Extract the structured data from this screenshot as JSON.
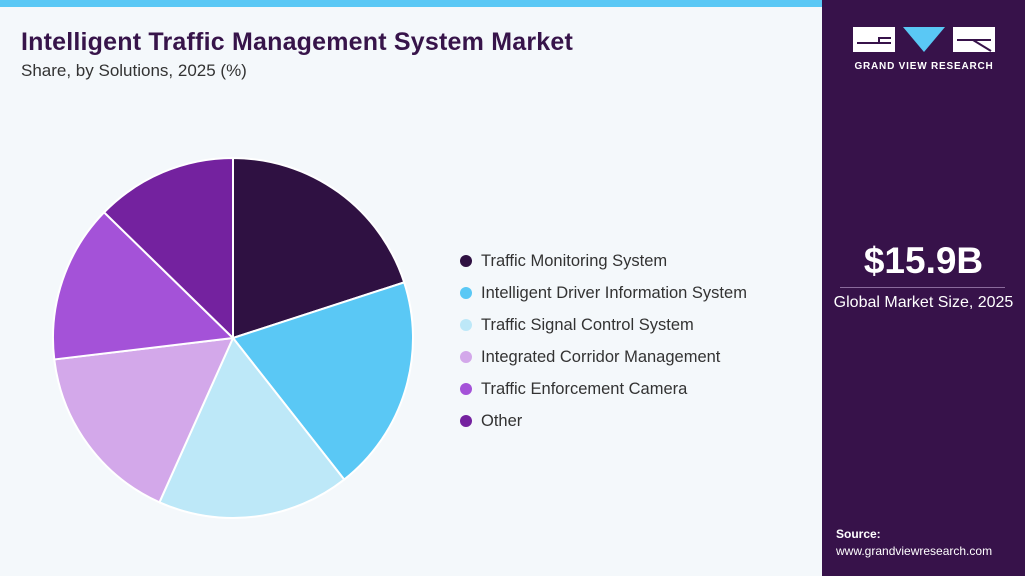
{
  "header": {
    "title": "Intelligent Traffic Management System Market",
    "subtitle": "Share, by Solutions, 2025 (%)"
  },
  "chart_data": {
    "type": "pie",
    "title": "Intelligent Traffic Management System Market",
    "subtitle": "Share, by Solutions, 2025 (%)",
    "legend_position": "right",
    "start_angle": "12 o'clock, clockwise",
    "slices": [
      {
        "label": "Traffic Monitoring System",
        "value": 20.0,
        "color": "#2f1142"
      },
      {
        "label": "Intelligent Driver Information System",
        "value": 19.4,
        "color": "#5ac8f5"
      },
      {
        "label": "Traffic Signal Control System",
        "value": 17.3,
        "color": "#bde8f8"
      },
      {
        "label": "Integrated Corridor Management",
        "value": 16.4,
        "color": "#d3a8ea"
      },
      {
        "label": "Traffic Enforcement Camera",
        "value": 14.2,
        "color": "#a452d8"
      },
      {
        "label": "Other",
        "value": 12.7,
        "color": "#74229f"
      }
    ]
  },
  "sidebar": {
    "logo_text": "GRAND VIEW RESEARCH",
    "market_size": "$15.9B",
    "market_size_label": "Global Market Size, 2025",
    "source_title": "Source:",
    "source_url": "www.grandviewresearch.com"
  },
  "colors": {
    "accent": "#5ac8f5",
    "sidebar_bg": "#37124a",
    "title": "#37144a"
  }
}
